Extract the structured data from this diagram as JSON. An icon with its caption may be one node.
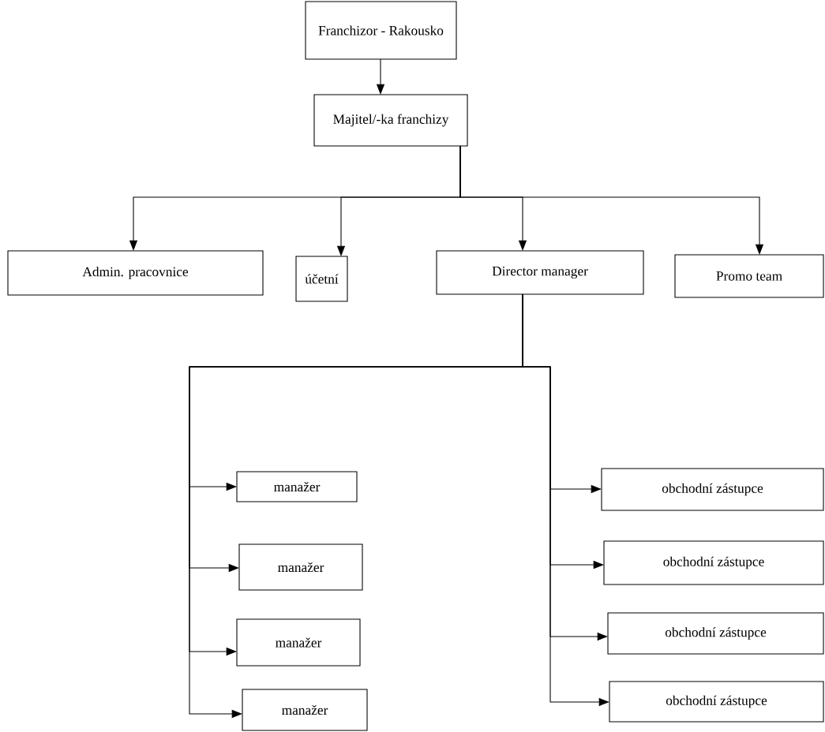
{
  "diagram": {
    "nodes": [
      {
        "text": [
          "Franchizor - Rakousko"
        ]
      },
      {
        "text": [
          "Majitel/-ka franchizy"
        ]
      },
      {
        "text": [
          "Admin. pracovnice"
        ]
      },
      {
        "text": [
          "účetní"
        ]
      },
      {
        "text": [
          "Director manager"
        ]
      },
      {
        "text": [
          "Promo team"
        ]
      },
      {
        "text": [
          "manažer"
        ]
      },
      {
        "text": [
          "manažer"
        ]
      },
      {
        "text": [
          "manažer"
        ]
      },
      {
        "text": [
          "manažer"
        ]
      },
      {
        "text": [
          "obchodní zástupce"
        ]
      },
      {
        "text": [
          "obchodní zástupce"
        ]
      },
      {
        "text": [
          "obchodní zástupce"
        ]
      },
      {
        "text": [
          "obchodní zástupce"
        ]
      }
    ],
    "edges": [
      {
        "from": 0,
        "to": 1,
        "arrow": "to"
      },
      {
        "from": 1,
        "to": 2,
        "arrow": "to"
      },
      {
        "from": 1,
        "to": 3,
        "arrow": "to"
      },
      {
        "from": 1,
        "to": 4,
        "arrow": "to"
      },
      {
        "from": 1,
        "to": 5,
        "arrow": "to"
      },
      {
        "from": 4,
        "to": 6,
        "arrow": "to"
      },
      {
        "from": 4,
        "to": 7,
        "arrow": "to"
      },
      {
        "from": 4,
        "to": 8,
        "arrow": "to"
      },
      {
        "from": 4,
        "to": 9,
        "arrow": "to"
      },
      {
        "from": 4,
        "to": 10,
        "arrow": "to"
      },
      {
        "from": 4,
        "to": 11,
        "arrow": "to"
      },
      {
        "from": 4,
        "to": 12,
        "arrow": "to"
      },
      {
        "from": 4,
        "to": 13,
        "arrow": "to"
      }
    ]
  }
}
